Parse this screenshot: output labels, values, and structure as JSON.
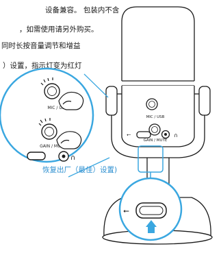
{
  "instructions": {
    "line1": "设备兼容。 包装内不含",
    "line2": "，如需使用请另外购买。",
    "line3": "同时长按音量调节和增益",
    "line4": "）设置，指示灯变为红灯"
  },
  "caption": "恢复出厂（最佳）设置)",
  "zoom_labels": {
    "mic_usb": "MIC / USB",
    "gain_mute": "GAIN / MUTE"
  },
  "device_labels": {
    "mic_usb": "MIC / USB",
    "gain_mute": "GAIN / MUTE"
  },
  "colors": {
    "accent": "#2c8fd0",
    "highlight": "#3aa7e0",
    "outline": "#1a1a1a"
  },
  "icons": [
    "usb-symbol-icon",
    "headphone-icon",
    "up-arrow-icon",
    "hand-press-icon"
  ]
}
